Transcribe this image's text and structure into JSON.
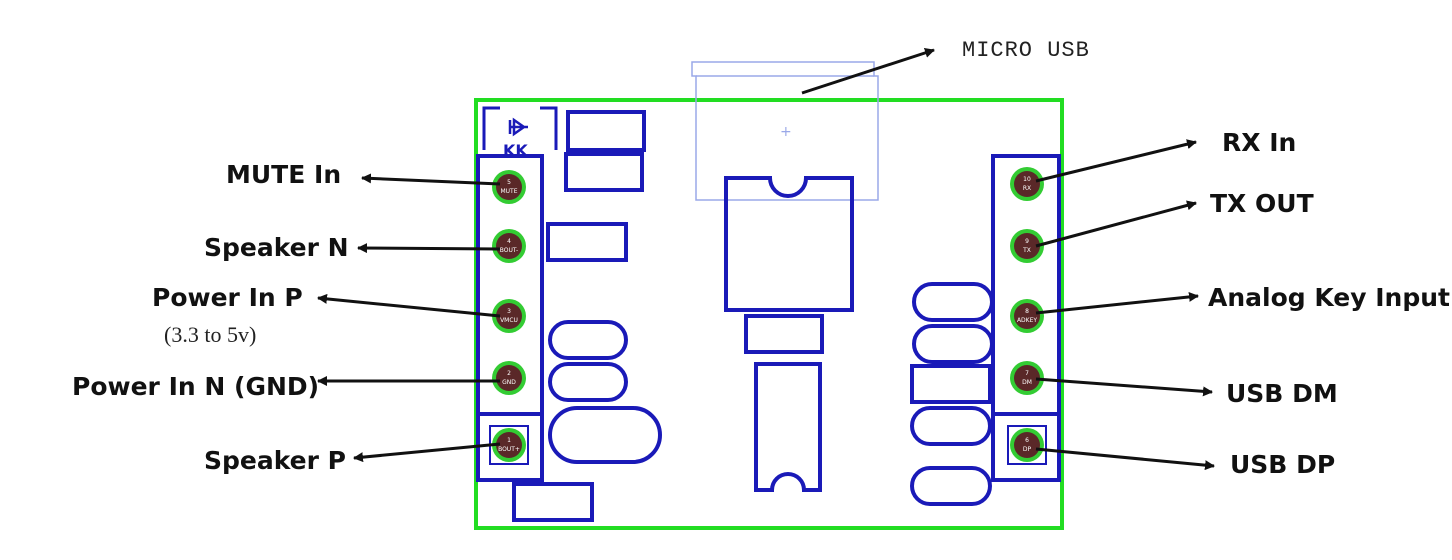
{
  "colors": {
    "board": "#22dd22",
    "trace": "#1a1ab8",
    "pad": "#5a2828",
    "pad_ring": "#33cc33",
    "arrow": "#111111"
  },
  "connector": {
    "label": "MICRO USB"
  },
  "left_pins": [
    {
      "label": "MUTE In",
      "pad_text": "MUTE",
      "pad_num": "5"
    },
    {
      "label": "Speaker N",
      "pad_text": "BOUT-",
      "pad_num": "4"
    },
    {
      "label": "Power In P",
      "sub": "(3.3 to 5v)",
      "pad_text": "VMCU",
      "pad_num": "3"
    },
    {
      "label": "Power In N (GND)",
      "pad_text": "GND",
      "pad_num": "2"
    },
    {
      "label": "Speaker P",
      "pad_text": "BOUT+",
      "pad_num": "1"
    }
  ],
  "right_pins": [
    {
      "label": "RX In",
      "pad_text": "RX",
      "pad_num": "10"
    },
    {
      "label": "TX OUT",
      "pad_text": "TX",
      "pad_num": "9"
    },
    {
      "label": "Analog Key Input",
      "pad_text": "ADKEY",
      "pad_num": "8"
    },
    {
      "label": "USB DM",
      "pad_text": "DM",
      "pad_num": "7"
    },
    {
      "label": "USB DP",
      "pad_text": "DP",
      "pad_num": "6"
    }
  ],
  "silkscreen": {
    "diode_text": "KK",
    "plus": "+"
  }
}
